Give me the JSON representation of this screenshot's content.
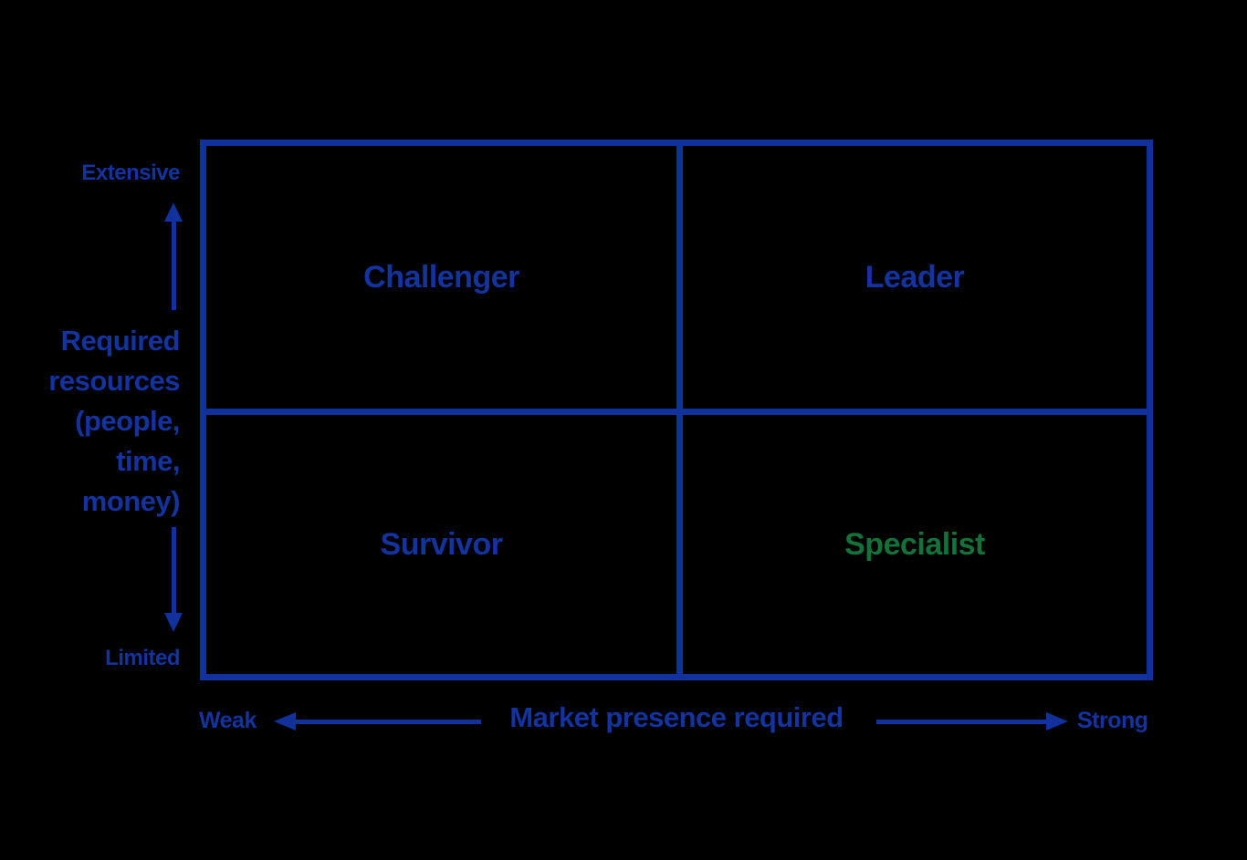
{
  "colors": {
    "background": "#000000",
    "line_blue": "#11319C",
    "text_blue": "#14339E",
    "text_green": "#14713A"
  },
  "matrix": {
    "quadrants": [
      {
        "position": "top-left",
        "label": "Challenger",
        "color": "blue"
      },
      {
        "position": "top-right",
        "label": "Leader",
        "color": "blue"
      },
      {
        "position": "bottom-left",
        "label": "Survivor",
        "color": "blue"
      },
      {
        "position": "bottom-right",
        "label": "Specialist",
        "color": "green"
      }
    ]
  },
  "y_axis": {
    "top_label": "Extensive",
    "title_lines": [
      "Required",
      "resources",
      "(people,",
      "time,",
      "money)"
    ],
    "bottom_label": "Limited"
  },
  "x_axis": {
    "left_label": "Weak",
    "title": "Market presence required",
    "right_label": "Strong"
  }
}
